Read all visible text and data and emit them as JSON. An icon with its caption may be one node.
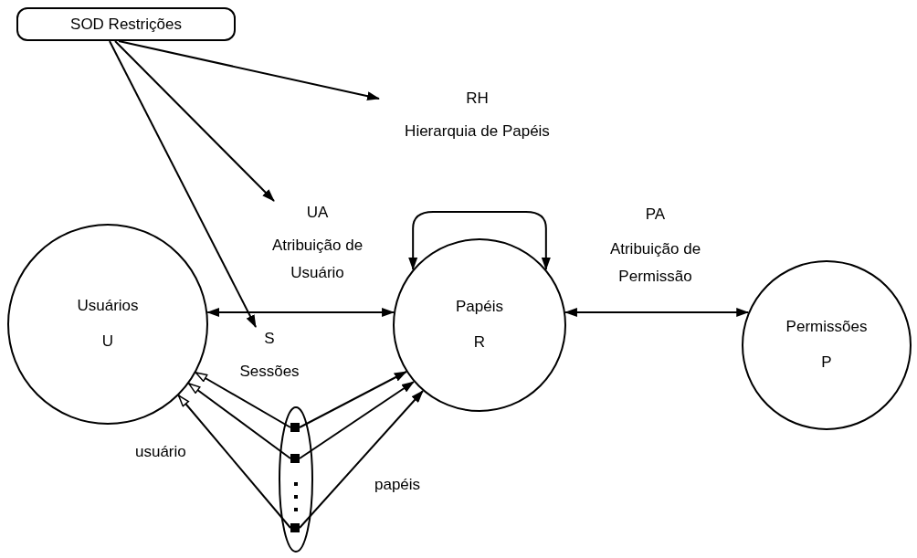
{
  "diagram": {
    "nodes": [
      {
        "text": [
          "SOD Restrições"
        ]
      },
      {
        "text": [
          "Usuários",
          "U"
        ]
      },
      {
        "text": [
          "Papéis",
          "R"
        ]
      },
      {
        "text": [
          "Permissões",
          "P"
        ]
      },
      {
        "text": [
          "RH",
          "Hierarquia de Papéis"
        ]
      },
      {
        "text": [
          "UA",
          "Atribuição de Usuário"
        ]
      },
      {
        "text": [
          "S",
          "Sessões"
        ]
      },
      {
        "text": [],
        "shape": "ellipse"
      },
      {
        "text": [],
        "shape": "box",
        "in": 7
      },
      {
        "text": [],
        "shape": "box",
        "in": 7
      },
      {
        "text": [],
        "shape": "box",
        "in": 7
      }
    ],
    "edges": [
      {
        "from": 0,
        "to": 4,
        "arrow": "to"
      },
      {
        "from": 0,
        "to": 5,
        "arrow": "to"
      },
      {
        "from": 0,
        "to": 6,
        "arrow": "to"
      },
      {
        "from": 1,
        "to": 2,
        "arrow": "both"
      },
      {
        "from": 2,
        "to": 2,
        "arrow": "both"
      },
      {
        "from": 2,
        "to": 3,
        "arrow": "both"
      },
      {
        "from": 8,
        "to": 1,
        "arrow": "to"
      },
      {
        "from": 9,
        "to": 1,
        "arrow": "to"
      },
      {
        "from": 10,
        "to": 1,
        "arrow": "to"
      },
      {
        "from": 8,
        "to": 2,
        "arrow": "to"
      },
      {
        "from": 9,
        "to": 2,
        "arrow": "to"
      },
      {
        "from": 10,
        "to": 2,
        "arrow": "to"
      }
    ],
    "labels": [
      "PA",
      "Atribuição de Permissão",
      "usuário",
      "papéis"
    ]
  }
}
